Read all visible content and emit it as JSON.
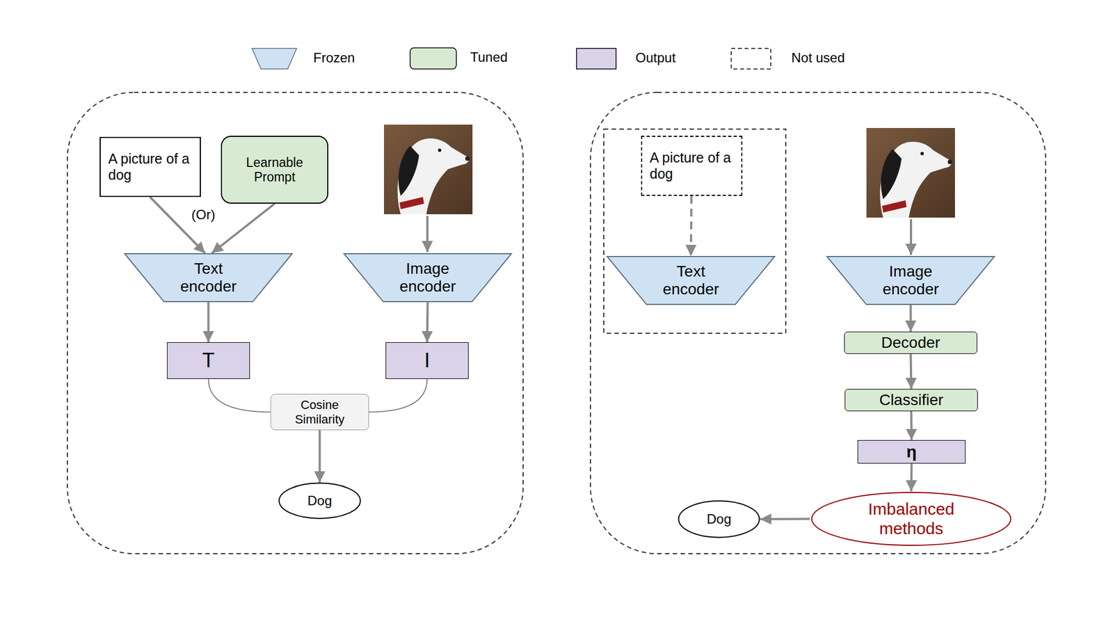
{
  "diagram": {
    "nodes": [
      {
        "text": [
          "A picture of a dog"
        ]
      },
      {
        "text": [
          "Learnable Prompt"
        ]
      },
      {
        "text": [
          "Text encoder"
        ]
      },
      {
        "text": [
          "Image encoder"
        ]
      },
      {
        "text": [
          "T"
        ]
      },
      {
        "text": [
          "I"
        ]
      },
      {
        "text": [
          "Cosine Similarity"
        ]
      },
      {
        "text": [
          "Dog"
        ]
      },
      {
        "text": [
          "A picture of a dog"
        ]
      },
      {
        "text": [
          "Text encoder"
        ]
      },
      {
        "text": [
          "Image encoder"
        ]
      },
      {
        "text": [
          "Decoder"
        ]
      },
      {
        "text": [
          "Classifier"
        ]
      },
      {
        "text": [
          "η"
        ]
      },
      {
        "text": [
          "Imbalanced methods"
        ]
      },
      {
        "text": [
          "Dog"
        ]
      }
    ],
    "edges": [
      {
        "from": 0,
        "to": 2,
        "arrow": "to"
      },
      {
        "from": 1,
        "to": 2,
        "arrow": "to"
      },
      {
        "from": 2,
        "to": 4,
        "arrow": "to"
      },
      {
        "from": 3,
        "to": 5,
        "arrow": "to"
      },
      {
        "from": 4,
        "to": 6,
        "arrow": "none"
      },
      {
        "from": 5,
        "to": 6,
        "arrow": "none"
      },
      {
        "from": 6,
        "to": 7,
        "arrow": "to"
      },
      {
        "from": 8,
        "to": 9,
        "arrow": "to"
      },
      {
        "from": 10,
        "to": 11,
        "arrow": "to"
      },
      {
        "from": 11,
        "to": 12,
        "arrow": "to"
      },
      {
        "from": 12,
        "to": 13,
        "arrow": "to"
      },
      {
        "from": 13,
        "to": 14,
        "arrow": "to"
      },
      {
        "from": 14,
        "to": 15,
        "arrow": "to"
      }
    ],
    "labels": [
      "(Or)"
    ],
    "legend": [
      {
        "text": "Frozen",
        "color": "#cfe2f3"
      },
      {
        "text": "Tuned",
        "color": "#d9ead3"
      },
      {
        "text": "Output",
        "color": "#d9d2e9"
      },
      {
        "text": "Not used"
      }
    ]
  }
}
